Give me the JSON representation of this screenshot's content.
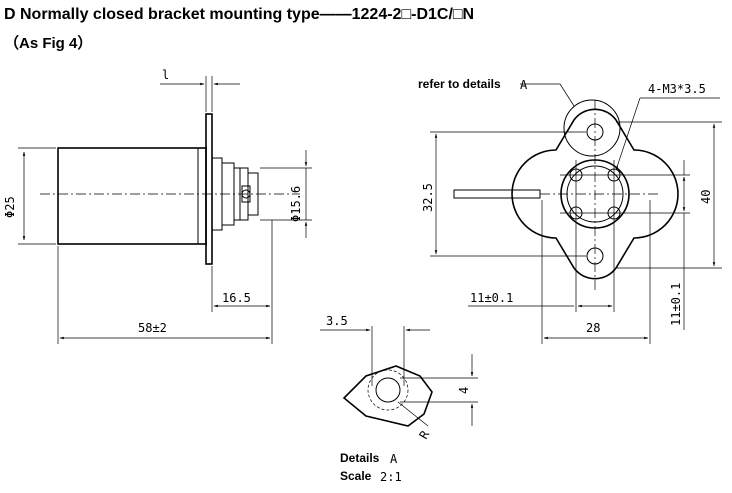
{
  "header": {
    "title": "D Normally closed bracket mounting type——1224-2□-D1C/□N",
    "subtitle": "（As Fig 4）"
  },
  "side_view": {
    "dim_top": "l",
    "dim_diameter_body": "Φ25",
    "dim_diameter_shaft": "Φ15.6",
    "dim_shaft_len": "16.5",
    "dim_total_len": "58±2"
  },
  "front_view": {
    "refer_label": "refer to details",
    "refer_letter": "A",
    "hole_spec": "4-M3*3.5",
    "dim_height_inner": "32.5",
    "dim_height_outer": "40",
    "dim_width_tol": "11±0.1",
    "dim_height_tol": "11±0.1",
    "dim_width": "28"
  },
  "detail": {
    "dim_width": "3.5",
    "dim_height": "4",
    "radius_label": "R",
    "caption": "Details",
    "caption_letter": "A",
    "scale_label": "Scale",
    "scale_value": "2:1"
  }
}
